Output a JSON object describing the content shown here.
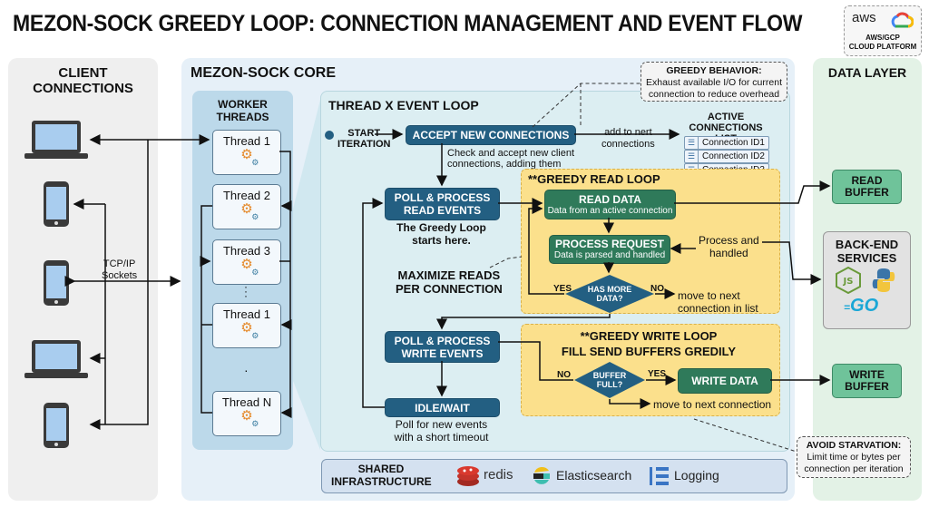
{
  "title": "MEZON-SOCK GREEDY LOOP: CONNECTION MANAGEMENT AND EVENT FLOW",
  "cloud_badge": {
    "label_line1": "AWS/GCP",
    "label_line2": "CLOUD PLATFORM",
    "aws_text": "aws"
  },
  "client_panel": {
    "title_line1": "CLIENT",
    "title_line2": "CONNECTIONS",
    "devices": [
      "laptop-icon",
      "phone-icon",
      "phone-icon",
      "laptop-icon",
      "phone-icon"
    ],
    "link_label_line1": "TCP/IP",
    "link_label_line2": "Sockets"
  },
  "core_panel": {
    "title": "MEZON-SOCK CORE",
    "workers": {
      "title_line1": "WORKER",
      "title_line2": "THREADS",
      "threads": [
        "Thread 1",
        "Thread 2",
        "Thread 3",
        "Thread 1",
        "Thread N"
      ]
    },
    "event_loop": {
      "title": "THREAD X EVENT LOOP",
      "start_line1": "START",
      "start_line2": "ITERATION",
      "accept": "ACCEPT NEW CONNECTIONS",
      "accept_note_line1": "Check and accept new client",
      "accept_note_line2": "connections, adding them",
      "add_label_line1": "add to nert",
      "add_label_line2": "connections",
      "active_list": {
        "title_line1": "ACTIVE",
        "title_line2": "CONNECTIONS LIST",
        "items": [
          "Connection ID1",
          "Connection ID2",
          "Connection ID3"
        ]
      },
      "poll_read_line1": "POLL & PROCESS",
      "poll_read_line2": "READ EVENTS",
      "poll_read_note_line1": "The Greedy Loop",
      "poll_read_note_line2": "starts here.",
      "maximize_line1": "MAXIMIZE READS",
      "maximize_line2": "PER CONNECTION",
      "read_loop": {
        "title": "**GREEDY READ LOOP",
        "read_data": "READ DATA",
        "read_data_sub": "Data from an active connection",
        "process": "PROCESS REQUEST",
        "process_sub": "Data is parsed and handled",
        "process_side_line1": "Process and",
        "process_side_line2": "handled",
        "decision_line1": "HAS MORE",
        "decision_line2": "DATA?",
        "yes": "YES",
        "no": "NO",
        "next_line1": "move to next",
        "next_line2": "connection in list"
      },
      "poll_write_line1": "POLL & PROCESS",
      "poll_write_line2": "WRITE EVENTS",
      "idle": "IDLE/WAIT",
      "idle_note_line1": "Poll for new events",
      "idle_note_line2": "with a short timeout",
      "write_loop": {
        "title_line1": "**GREEDY WRITE LOOP",
        "title_line2": "FILL SEND BUFFERS GREDILY",
        "decision_line1": "BUFFER",
        "decision_line2": "FULL?",
        "no": "NO",
        "yes": "YES",
        "write_data": "WRITE DATA",
        "next": "move to next connection"
      }
    },
    "greedy_note": {
      "title": "GREEDY BEHAVIOR:",
      "line1": "Exhaust available I/O for current",
      "line2": "connection to reduce overhead"
    },
    "infrastructure": {
      "title_line1": "SHARED",
      "title_line2": "INFRASTRUCTURE",
      "items": [
        {
          "name": "redis",
          "icon": "redis-icon"
        },
        {
          "name": "Elasticsearch",
          "icon": "elasticsearch-icon"
        },
        {
          "name": "Logging",
          "icon": "logging-icon"
        }
      ]
    }
  },
  "data_panel": {
    "title": "DATA LAYER",
    "read_buffer_line1": "READ",
    "read_buffer_line2": "BUFFER",
    "backend_line1": "BACK-END",
    "backend_line2": "SERVICES",
    "backend_icons": [
      "nodejs-icon",
      "python-icon",
      "go-icon"
    ],
    "go_text": "GO",
    "write_buffer_line1": "WRITE",
    "write_buffer_line2": "BUFFER"
  },
  "starvation_note": {
    "title": "AVOID STARVATION:",
    "line1": "Limit time or bytes per",
    "line2": "connection per iteration"
  },
  "colors": {
    "process_blue": "#235f82",
    "process_green": "#2f7a5a",
    "greedy_yellow": "#fbe08c",
    "gear_orange": "#e58a2b",
    "buffer_green": "#6fc39a"
  }
}
